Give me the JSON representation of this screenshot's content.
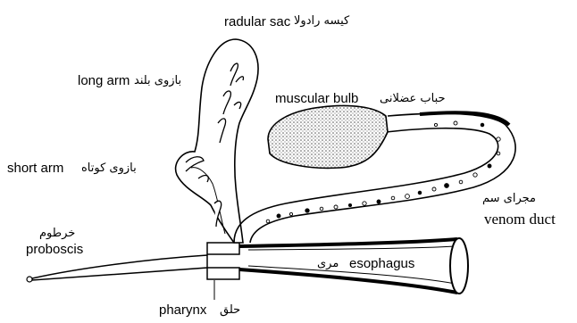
{
  "labels": {
    "radular_sac": {
      "en": "radular sac",
      "fa": "کیسه رادولا"
    },
    "long_arm": {
      "en": "long arm",
      "fa": "بازوی بلند"
    },
    "short_arm": {
      "en": "short arm",
      "fa": "بازوی کوتاه"
    },
    "muscular_bulb": {
      "en": "muscular bulb",
      "fa": "حباب عضلانی"
    },
    "venom_duct": {
      "en": "venom duct",
      "fa": "مجرای سم"
    },
    "proboscis": {
      "en": "proboscis",
      "fa": "خرطوم"
    },
    "esophagus": {
      "en": "esophagus",
      "fa": "مری"
    },
    "pharynx": {
      "en": "pharynx",
      "fa": "حلق"
    }
  },
  "colors": {
    "ink": "#000000",
    "paper": "#ffffff",
    "stipple": "#bdbdbd"
  }
}
